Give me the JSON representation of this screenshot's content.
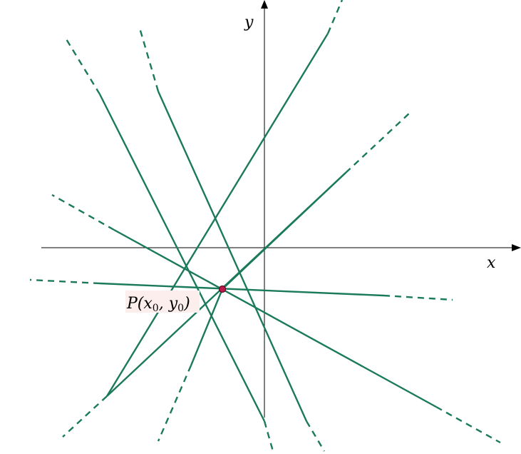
{
  "diagram": {
    "axis_labels": {
      "x": "x",
      "y": "y"
    },
    "point": {
      "name": "P",
      "label_parts": [
        "P(x",
        "0",
        ", y",
        "0",
        ")"
      ]
    },
    "colors": {
      "line": "#1a7a5b",
      "point_fill": "#c0174a",
      "point_stroke": "#5a0a20",
      "axis": "#000000",
      "label_background": "#fdeeee"
    }
  }
}
